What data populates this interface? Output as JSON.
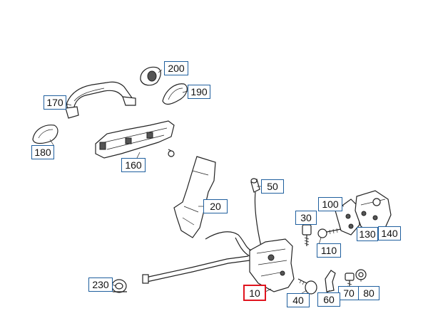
{
  "diagram": {
    "selected_part": "10",
    "callouts": [
      {
        "id": "c10",
        "label": "10",
        "selected": true
      },
      {
        "id": "c20",
        "label": "20",
        "selected": false
      },
      {
        "id": "c30",
        "label": "30",
        "selected": false
      },
      {
        "id": "c40",
        "label": "40",
        "selected": false
      },
      {
        "id": "c50",
        "label": "50",
        "selected": false
      },
      {
        "id": "c60",
        "label": "60",
        "selected": false
      },
      {
        "id": "c70",
        "label": "70",
        "selected": false
      },
      {
        "id": "c80",
        "label": "80",
        "selected": false
      },
      {
        "id": "c100",
        "label": "100",
        "selected": false
      },
      {
        "id": "c110",
        "label": "110",
        "selected": false
      },
      {
        "id": "c130",
        "label": "130",
        "selected": false
      },
      {
        "id": "c140",
        "label": "140",
        "selected": false
      },
      {
        "id": "c160",
        "label": "160",
        "selected": false
      },
      {
        "id": "c170",
        "label": "170",
        "selected": false
      },
      {
        "id": "c180",
        "label": "180",
        "selected": false
      },
      {
        "id": "c190",
        "label": "190",
        "selected": false
      },
      {
        "id": "c200",
        "label": "200",
        "selected": false
      },
      {
        "id": "c230",
        "label": "230",
        "selected": false
      }
    ],
    "colors": {
      "callout_border": "#1f5f9e",
      "selected_border": "#e0141e"
    }
  }
}
